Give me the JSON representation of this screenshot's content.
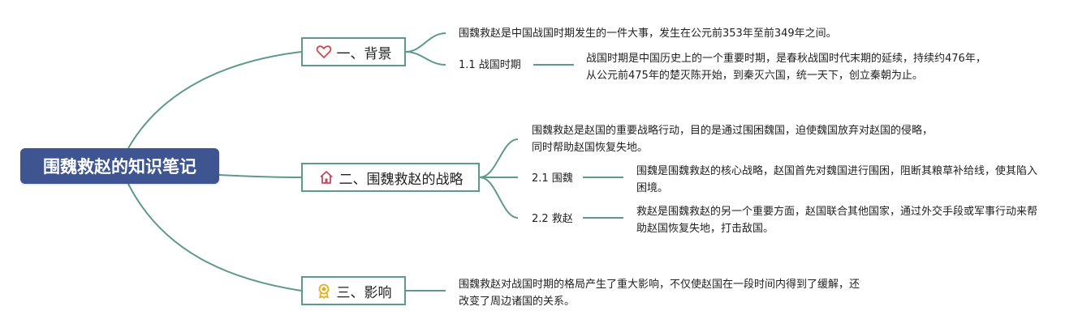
{
  "root": {
    "title": "围魏救赵的知识笔记"
  },
  "branches": [
    {
      "label": "一、背景",
      "icon": "heart-icon",
      "note": "围魏救赵是中国战国时期发生的一件大事，发生在公元前353年至前349年之间。",
      "sub": {
        "label": "1.1 战国时期",
        "text": "战国时期是中国历史上的一个重要时期，是春秋战国时代末期的延续，持续约476年，从公元前475年的楚灭陈开始，到秦灭六国，统一天下，创立秦朝为止。"
      }
    },
    {
      "label": "二、围魏救赵的战略",
      "icon": "house-icon",
      "note": "围魏救赵是赵国的重要战略行动，目的是通过围困魏国，迫使魏国放弃对赵国的侵略，同时帮助赵国恢复失地。",
      "subs": [
        {
          "label": "2.1 围魏",
          "text": "围魏是围魏救赵的核心战略，赵国首先对魏国进行围困，阻断其粮草补给线，使其陷入困境。"
        },
        {
          "label": "2.2 救赵",
          "text": "救赵是围魏救赵的另一个重要方面，赵国联合其他国家，通过外交手段或军事行动来帮助赵国恢复失地，打击敌国。"
        }
      ]
    },
    {
      "label": "三、影响",
      "icon": "medal-icon",
      "note": "围魏救赵对战国时期的格局产生了重大影响，不仅使赵国在一段时间内得到了缓解，还改变了周边诸国的关系。"
    }
  ],
  "colors": {
    "root_bg": "#3e5592",
    "connector": "#5e9a8c",
    "heart": "#d9444b",
    "house": "#c8455a",
    "medal": "#e0b020"
  }
}
